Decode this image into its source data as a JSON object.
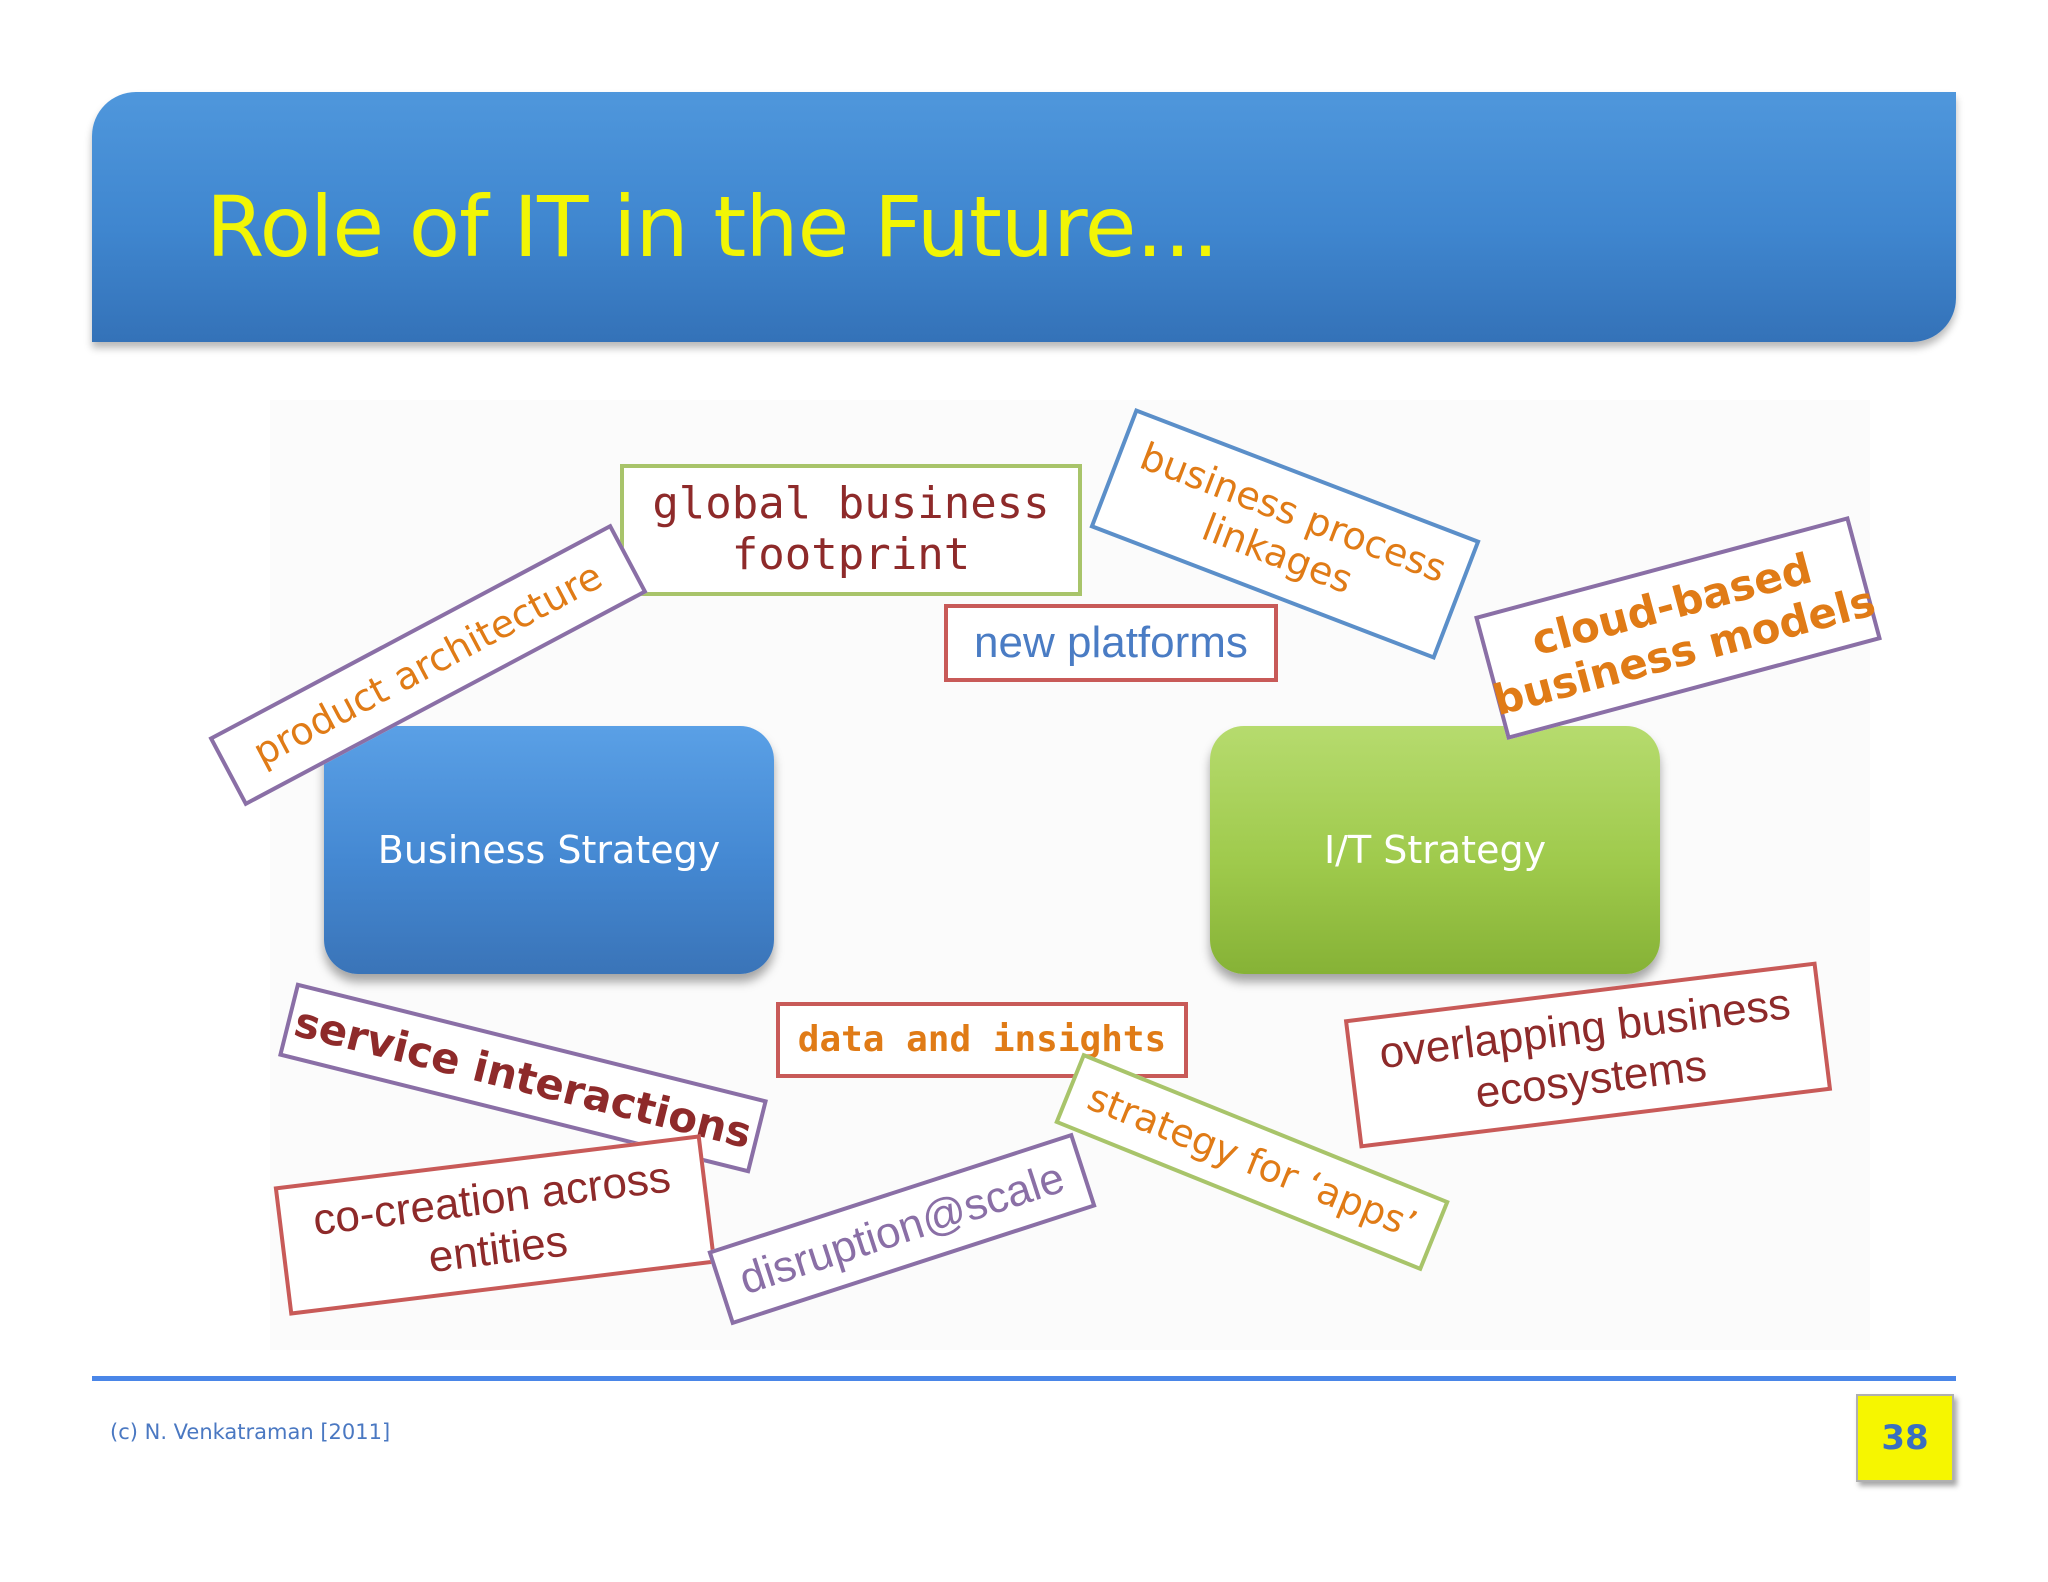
{
  "slide": {
    "title": "Role of IT in the Future…",
    "footer_credit": "(c) N. Venkatraman [2011]",
    "page_number": "38"
  },
  "strategies": {
    "business": "Business Strategy",
    "it": "I/T Strategy"
  },
  "tags": {
    "global_business_footprint": "global business\nfootprint",
    "business_process_linkages": "business process\nlinkages",
    "new_platforms": "new platforms",
    "product_architecture": "product architecture",
    "cloud_based_business_models": "cloud-based\nbusiness models",
    "service_interactions": "service interactions",
    "data_and_insights": "data and insights",
    "strategy_for_apps": "strategy for ‘apps’",
    "overlapping_business_ecosystems": "overlapping business\necosystems",
    "co_creation_across_entities": "co-creation across\nentities",
    "disruption_at_scale": "disruption@scale"
  },
  "colors": {
    "title_text": "#f2f505",
    "banner": "#3f86cf",
    "business_box": "#4488d2",
    "it_box": "#9fca4c",
    "tag_orange": "#e07b16",
    "tag_maroon": "#8e2a2a",
    "tag_blue": "#4a7cc4",
    "border_purple": "#8a6fa6",
    "border_green": "#a8c46a",
    "border_red": "#c85a58",
    "border_blue": "#5b8fc9",
    "page_badge": "#f6f600"
  }
}
